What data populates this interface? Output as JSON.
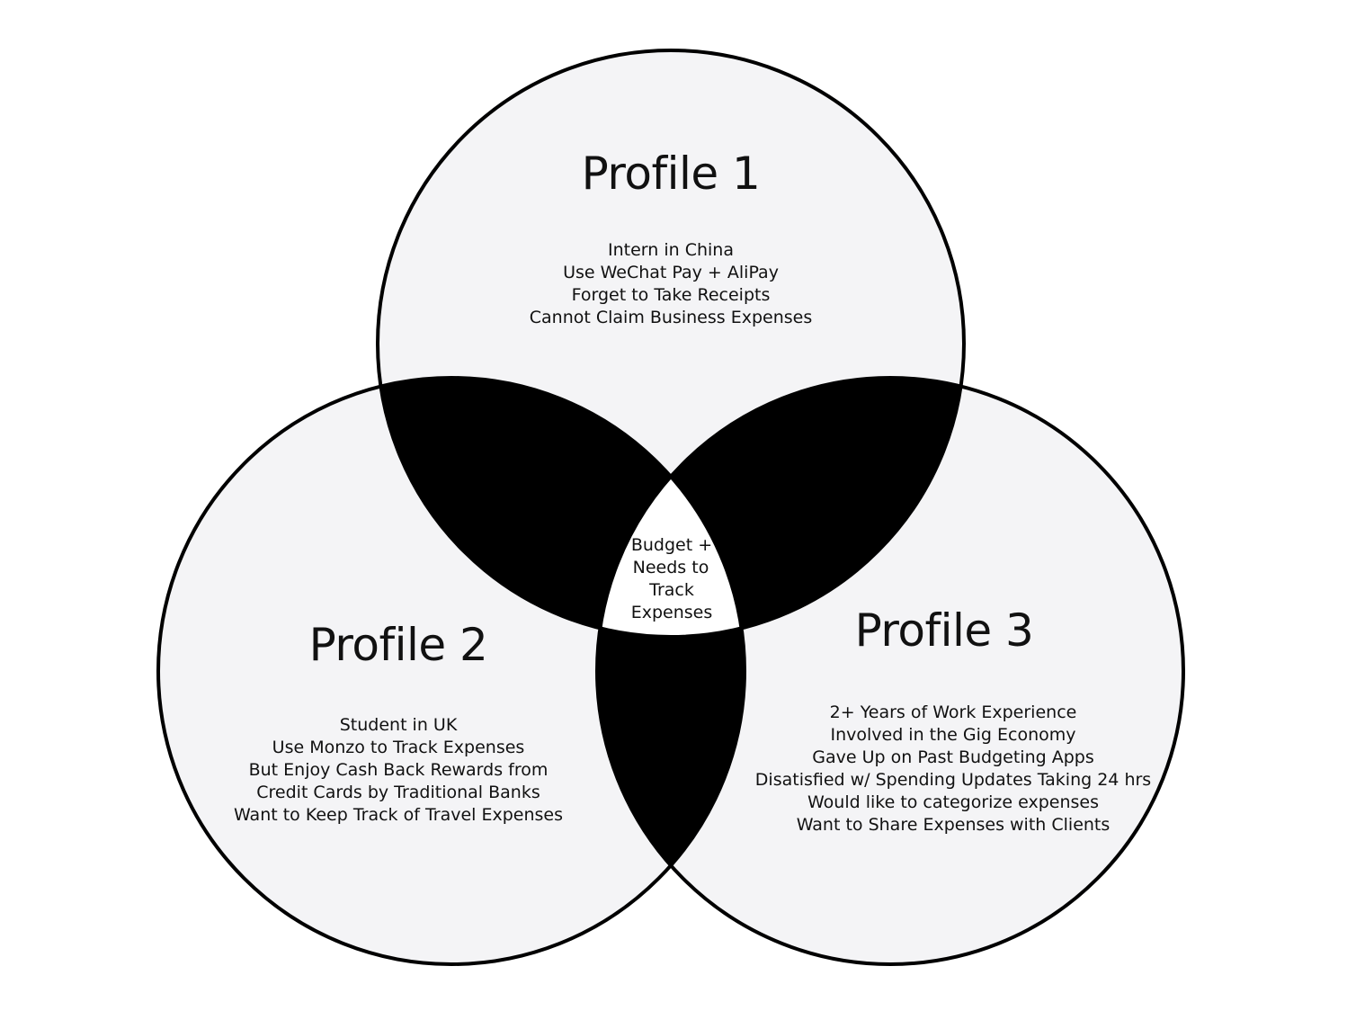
{
  "colors": {
    "circle_fill": "#f4f4f6",
    "overlap_fill": "#000000",
    "center_fill": "#ffffff",
    "stroke": "#000000",
    "text": "#111111"
  },
  "profiles": [
    {
      "title": "Profile 1",
      "lines": [
        "Intern in China",
        "Use WeChat Pay + AliPay",
        "Forget to Take Receipts",
        "Cannot Claim Business Expenses"
      ]
    },
    {
      "title": "Profile 2",
      "lines": [
        "Student in UK",
        "Use Monzo to Track Expenses",
        "But Enjoy Cash Back Rewards from",
        "Credit Cards by Traditional Banks",
        "Want to Keep Track of Travel Expenses"
      ]
    },
    {
      "title": "Profile 3",
      "lines": [
        "2+ Years of Work Experience",
        "Involved in the Gig Economy",
        "Gave Up on Past Budgeting Apps",
        "Disatisfied w/ Spending Updates Taking 24 hrs",
        "Would like to categorize expenses",
        "Want to Share Expenses with Clients"
      ]
    }
  ],
  "center": {
    "lines": [
      "Budget +",
      "Needs to",
      "Track",
      "Expenses"
    ]
  }
}
